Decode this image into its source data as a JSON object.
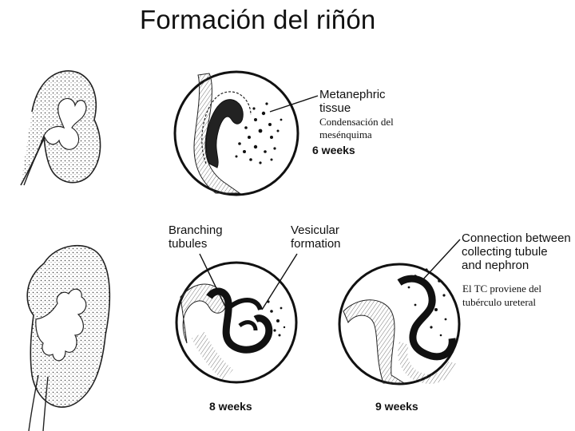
{
  "title": "Formación del riñón",
  "panels": {
    "six": {
      "label_line1": "Metanephric",
      "label_line2": "tissue",
      "note_line1": "Condensación del",
      "note_line2": "mesénquima",
      "week": "6 weeks"
    },
    "eight": {
      "label_a_line1": "Branching",
      "label_a_line2": "tubules",
      "label_b_line1": "Vesicular",
      "label_b_line2": "formation",
      "week": "8 weeks"
    },
    "nine": {
      "label_line1": "Connection between",
      "label_line2": "collecting tubule",
      "label_line3": "and nephron",
      "note_line1": "El TC proviene del",
      "note_line2": "tubérculo ureteral",
      "week": "9 weeks"
    }
  }
}
